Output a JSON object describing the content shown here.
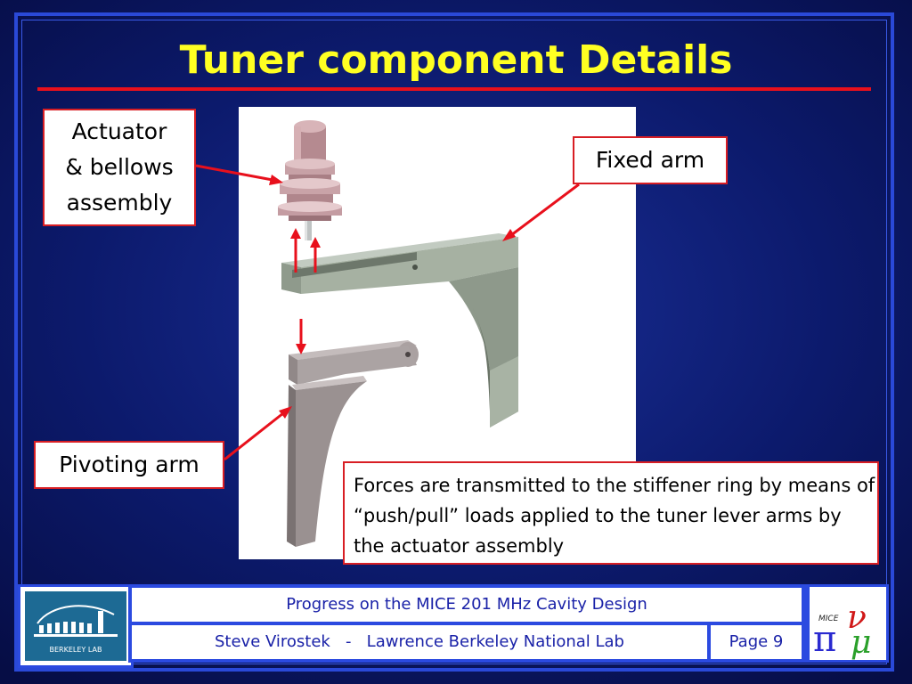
{
  "slide": {
    "title": "Tuner component Details"
  },
  "callouts": {
    "actuator": [
      "Actuator",
      "& bellows",
      "assembly"
    ],
    "fixed_arm": "Fixed arm",
    "pivoting_arm": "Pivoting arm",
    "forces": "Forces are transmitted to the stiffener ring by means of “push/pull” loads applied to the tuner lever arms by the actuator assembly"
  },
  "footer": {
    "presentation_title": "Progress on the MICE 201 MHz Cavity Design",
    "author_line": "Steve Virostek   -   Lawrence Berkeley National Lab",
    "page_label": "Page 9",
    "lab_logo_text": "BERKELEY LAB",
    "mice_logo_text": "MICE"
  },
  "colors": {
    "background": "#0c1a6c",
    "title": "#ffff22",
    "accent_red": "#e8101c",
    "frame_blue": "#2b4ae0",
    "footer_text": "#1a22a8"
  },
  "icons": {
    "lab_logo": "berkeley-lab-logo-icon",
    "mice_logo": "mice-logo-icon"
  }
}
